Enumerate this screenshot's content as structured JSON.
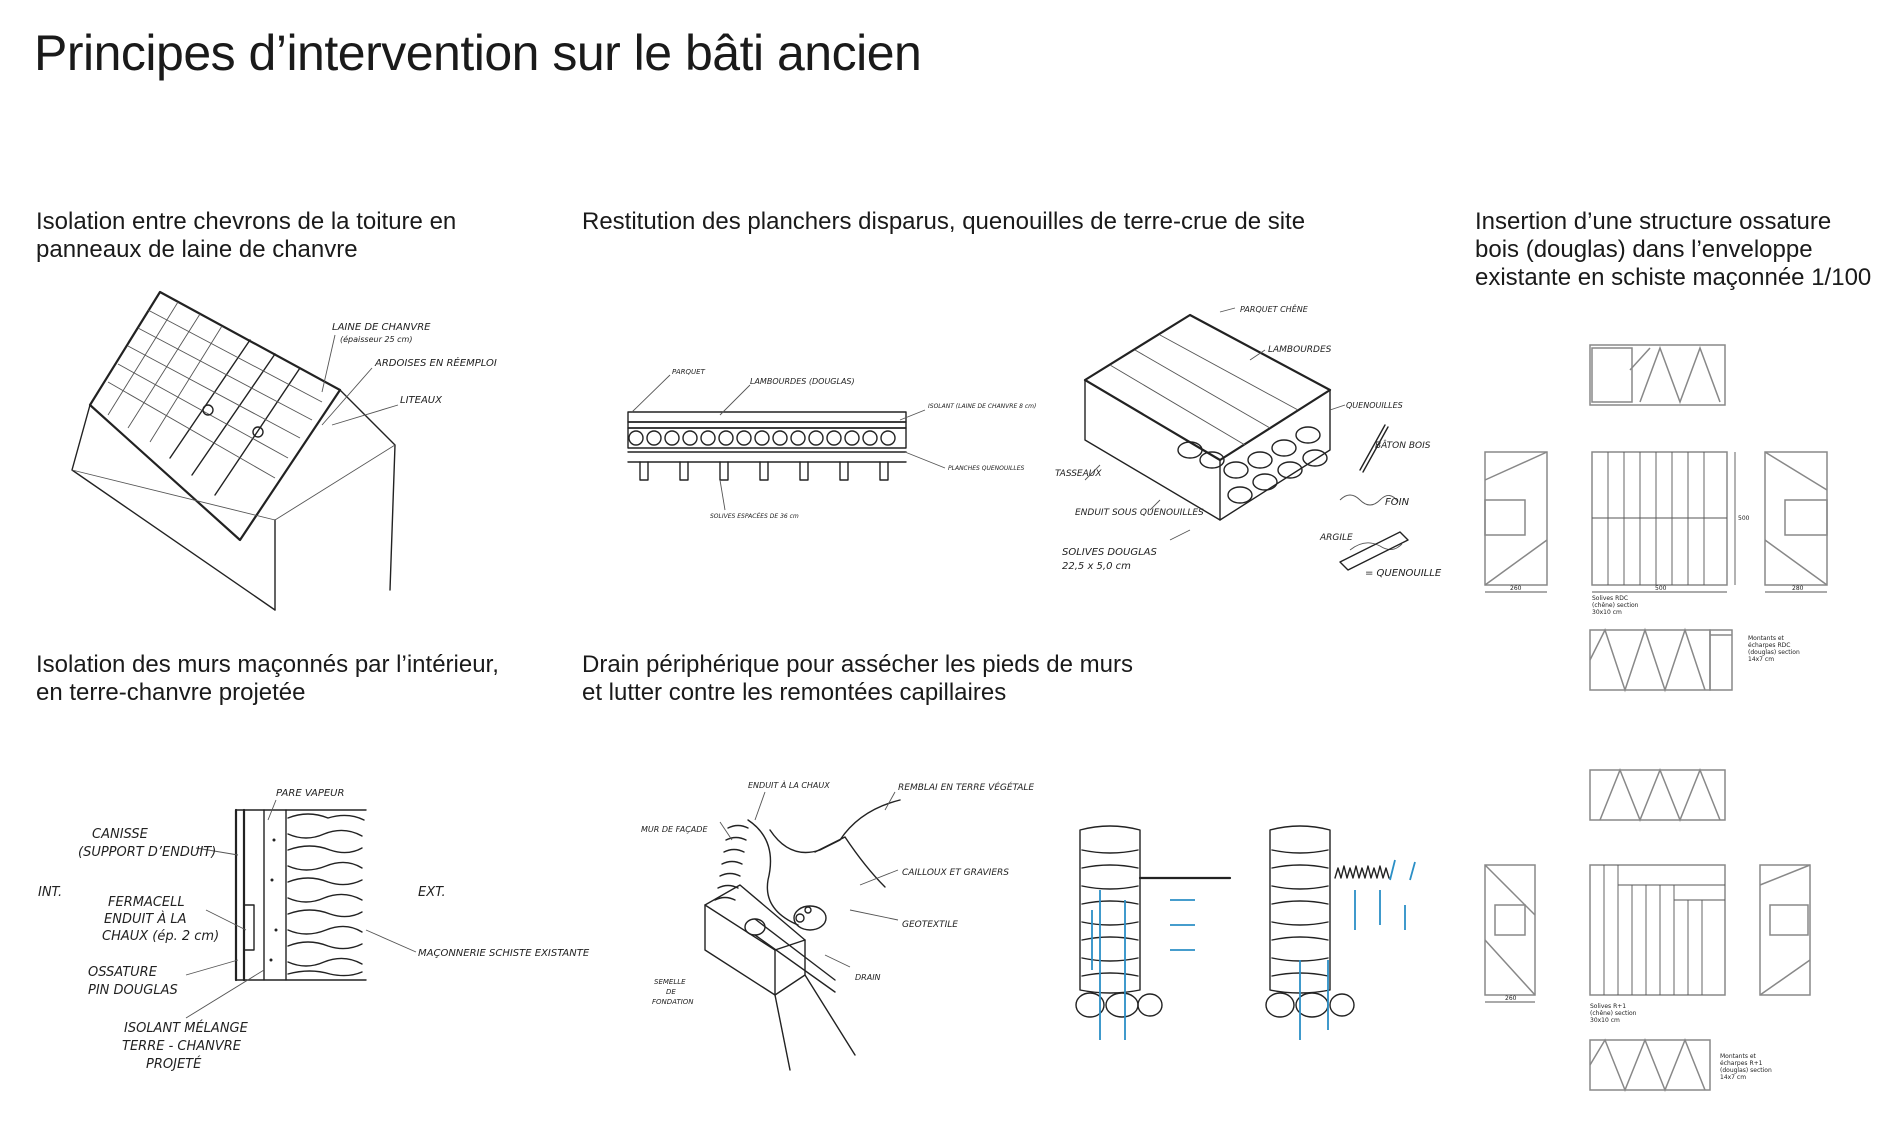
{
  "title": "Principes d’intervention sur le bâti ancien",
  "captions": {
    "roof": "Isolation entre chevrons de la toiture en\npanneaux de laine de chanvre",
    "floors": "Restitution des planchers disparus, quenouilles de terre-crue de site",
    "structure": "Insertion d’une structure ossature\nbois (douglas) dans l’enveloppe\nexistante en schiste maçonnée 1/100",
    "walls": "Isolation des murs maçonnés par l’intérieur,\nen terre-chanvre projetée",
    "drain": "Drain périphérique pour assécher les pieds de murs\net lutter contre les remontées capillaires"
  },
  "roof_labels": {
    "laine": "LAINE DE CHANVRE",
    "laine_ep": "(épaisseur 25 cm)",
    "ardoises": "ARDOISES EN RÉEMPLOI",
    "liteaux": "LITEAUX"
  },
  "floor_section_labels": {
    "parquet": "PARQUET",
    "lambourdes": "LAMBOURDES (DOUGLAS)",
    "isolant": "ISOLANT (LAINE DE CHANVRE 8 cm)",
    "planches": "PLANCHES QUENOUILLES",
    "solives": "SOLIVES ESPACÉES DE 36 cm"
  },
  "floor_iso_labels": {
    "parquet_chene": "PARQUET CHÊNE",
    "lambourdes": "LAMBOURDES",
    "quenouilles": "QUENOUILLES",
    "baton": "BÂTON BOIS",
    "tasseaux": "TASSEAUX",
    "foin": "FOIN",
    "enduit": "ENDUIT SOUS QUENOUILLES",
    "argile": "ARGILE",
    "solives": "SOLIVES DOUGLAS",
    "solives_dim": "22,5 x 5,0 cm",
    "quenouille": "= QUENOUILLE"
  },
  "wall_labels": {
    "pare_vapeur": "PARE VAPEUR",
    "canisse": "CANISSE",
    "canisse2": "(SUPPORT D’ENDUIT)",
    "int": "INT.",
    "ext": "EXT.",
    "fermacell": "FERMACELL",
    "enduit": "ENDUIT À LA",
    "chaux": "CHAUX (ép. 2 cm)",
    "maconnerie": "MAÇONNERIE SCHISTE EXISTANTE",
    "ossature": "OSSATURE",
    "pin": "PIN DOUGLAS",
    "isolant": "ISOLANT MÉLANGE",
    "terre": "TERRE - CHANVRE",
    "projete": "PROJETÉ"
  },
  "drain_labels": {
    "enduit": "ENDUIT À LA CHAUX",
    "remblai": "REMBLAI EN TERRE VÉGÉTALE",
    "mur": "MUR DE FAÇADE",
    "cailloux": "CAILLOUX ET GRAVIERS",
    "geotextile": "GEOTEXTILE",
    "semelle": "SEMELLE",
    "de": "DE",
    "fondation": "FONDATION",
    "drain": "DRAIN"
  },
  "plan_labels": {
    "rdc_dim_left": "260",
    "rdc_dim_mid": "500",
    "rdc_dim_right": "280",
    "rdc_dim_vert": "500",
    "solives_rdc": "Solives RDC",
    "solives_rdc2": "(chêne) section",
    "solives_rdc3": "30x10 cm",
    "montants_rdc": "Montants et",
    "montants_rdc2": "écharpes RDC",
    "montants_rdc3": "(douglas) section",
    "montants_rdc4": "14x7 cm",
    "r1_dim_left": "260",
    "solives_r1": "Solives R+1",
    "solives_r1_2": "(chêne) section",
    "solives_r1_3": "30x10 cm",
    "montants_r1": "Montants et",
    "montants_r1_2": "écharpes R+1",
    "montants_r1_3": "(douglas) section",
    "montants_r1_4": "14x7 cm"
  },
  "colors": {
    "water_arrows": "#2b8fc6",
    "ink": "#222222"
  }
}
